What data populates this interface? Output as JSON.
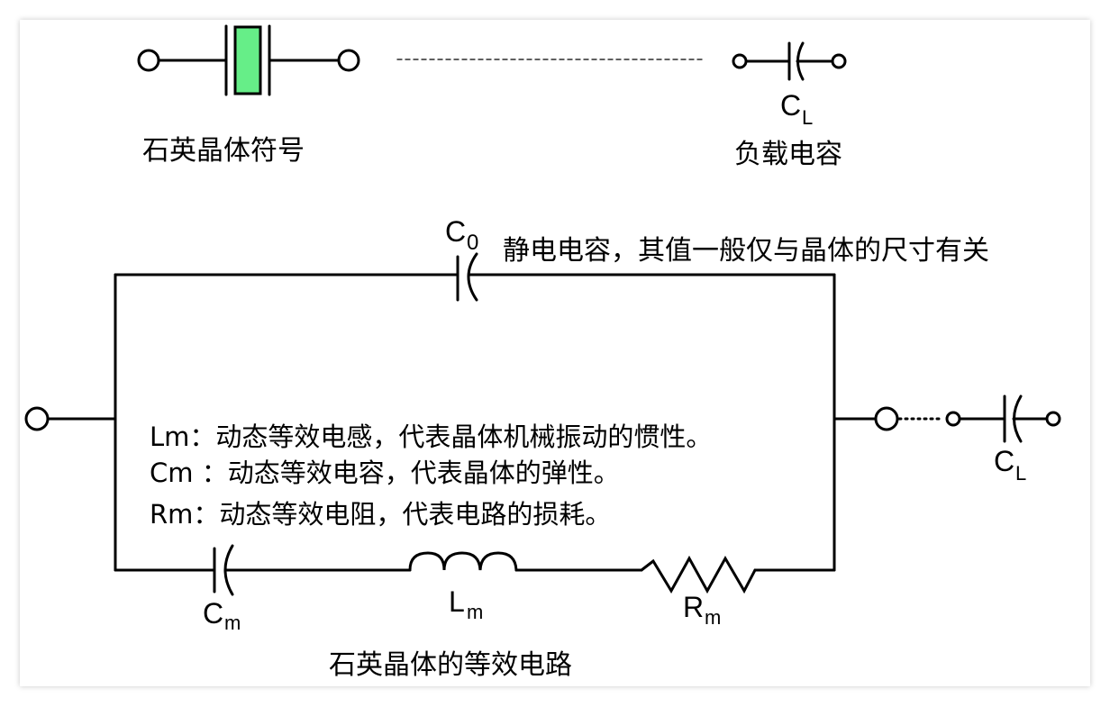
{
  "labels": {
    "crystal_symbol": "石英晶体符号",
    "load_capacitor": "负载电容",
    "static_cap_note": "静电电容，其值一般仅与晶体的尺寸有关",
    "lm_note": "Lm：动态等效电感，代表晶体机械振动的惯性。",
    "cm_note": "Cm ：动态等效电容，代表晶体的弹性。",
    "rm_note": "Rm：动态等效电阻，代表电路的损耗。",
    "circuit_title": "石英晶体的等效电路"
  },
  "components": {
    "c0": {
      "main": "C",
      "sub": "0"
    },
    "cl_top": {
      "main": "C",
      "sub": "L"
    },
    "cl_right": {
      "main": "C",
      "sub": "L"
    },
    "cm": {
      "main": "C",
      "sub": "m"
    },
    "lm": {
      "main": "L",
      "sub": "m"
    },
    "rm": {
      "main": "R",
      "sub": "m"
    }
  },
  "colors": {
    "crystal_fill": "#66ee88",
    "line": "#000000"
  }
}
